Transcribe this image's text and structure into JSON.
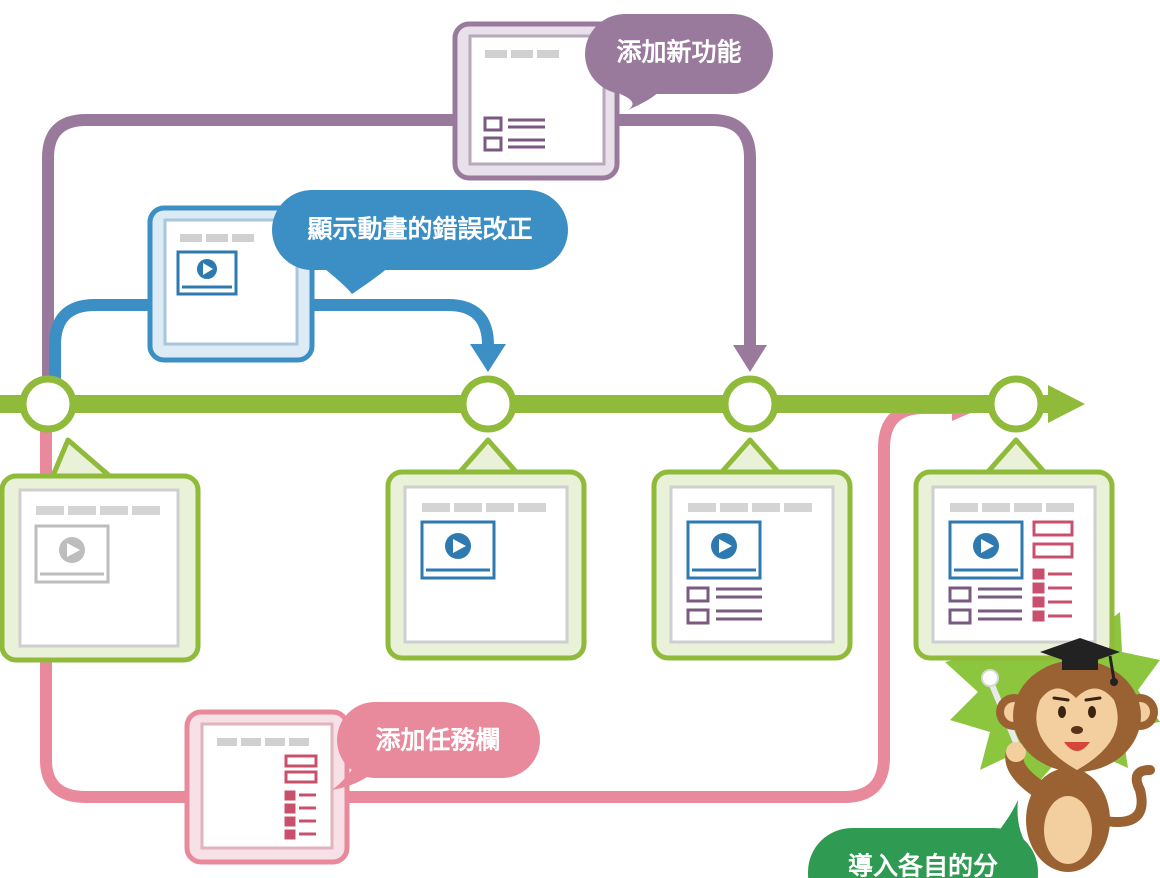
{
  "labels": {
    "add_feature": "添加新功能",
    "fix_animation": "顯示動畫的錯誤改正",
    "add_taskbar": "添加任務欄",
    "merge_branches": "導入各自的分"
  },
  "colors": {
    "main_line": "#8fba3a",
    "feature_branch": "#9a7a9c",
    "bugfix_branch": "#3b8fc4",
    "taskbar_branch": "#e8899c",
    "merge_bubble": "#2e9a52",
    "node_fill": "#ffffff",
    "card_fill": "#e9f1d8",
    "burst": "#8cc63f",
    "monkey_fur": "#9a6233",
    "monkey_face": "#f3cfa0",
    "mortarboard": "#222222"
  },
  "icons": {
    "video_panel": "play-icon",
    "list_panel": "list-icon",
    "side_panel": "side-panel-icon",
    "mascot": "monkey-mascot",
    "hat": "mortarboard-icon",
    "pointer": "pointer-stick-icon",
    "burst": "starburst"
  }
}
